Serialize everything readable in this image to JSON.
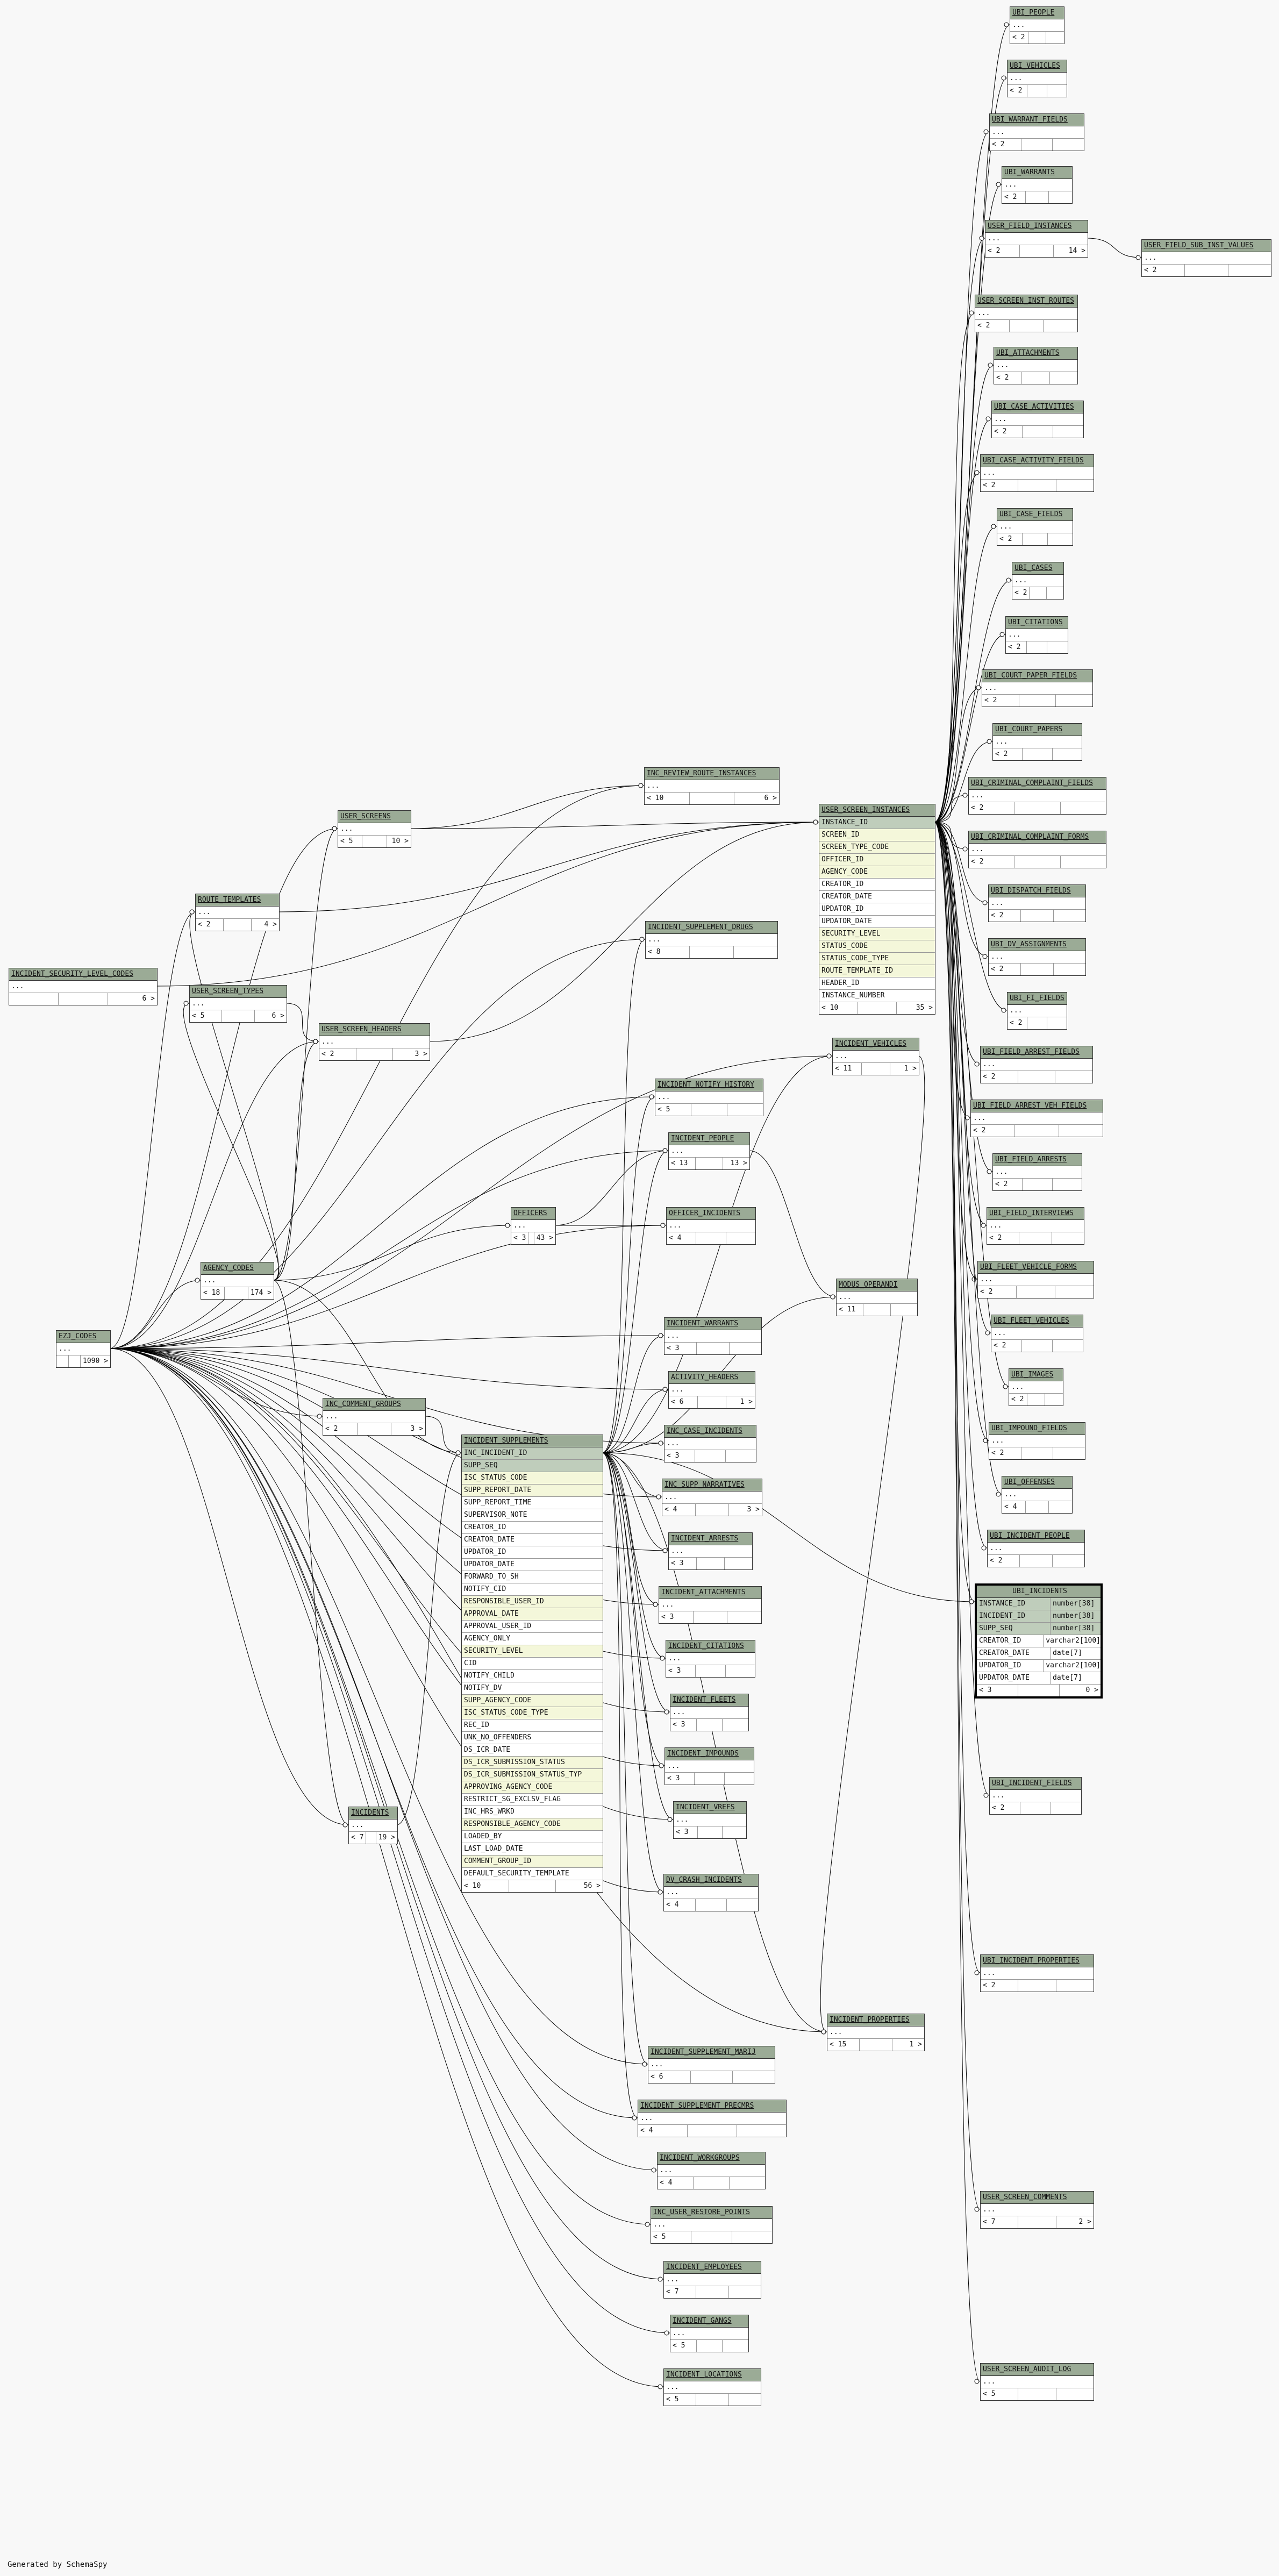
{
  "footer": "Generated by SchemaSpy",
  "tables": {
    "ubi_people": {
      "name": "UBI_PEOPLE",
      "cols": [
        "..."
      ],
      "counts": [
        "< 2",
        "",
        ""
      ]
    },
    "ubi_vehicles": {
      "name": "UBI_VEHICLES",
      "cols": [
        "..."
      ],
      "counts": [
        "< 2",
        "",
        ""
      ]
    },
    "ubi_warrant_fields": {
      "name": "UBI_WARRANT_FIELDS",
      "cols": [
        "..."
      ],
      "counts": [
        "< 2",
        "",
        ""
      ]
    },
    "ubi_warrants": {
      "name": "UBI_WARRANTS",
      "cols": [
        "..."
      ],
      "counts": [
        "< 2",
        "",
        ""
      ]
    },
    "user_field_instances": {
      "name": "USER_FIELD_INSTANCES",
      "cols": [
        "..."
      ],
      "counts": [
        "< 2",
        "",
        "14 >"
      ]
    },
    "user_field_sub_inst_values": {
      "name": "USER_FIELD_SUB_INST_VALUES",
      "cols": [
        "..."
      ],
      "counts": [
        "< 2",
        "",
        ""
      ]
    },
    "user_screen_inst_routes": {
      "name": "USER_SCREEN_INST_ROUTES",
      "cols": [
        "..."
      ],
      "counts": [
        "< 2",
        "",
        ""
      ]
    },
    "ubi_attachments": {
      "name": "UBI_ATTACHMENTS",
      "cols": [
        "..."
      ],
      "counts": [
        "< 2",
        "",
        ""
      ]
    },
    "ubi_case_activities": {
      "name": "UBI_CASE_ACTIVITIES",
      "cols": [
        "..."
      ],
      "counts": [
        "< 2",
        "",
        ""
      ]
    },
    "ubi_case_activity_fields": {
      "name": "UBI_CASE_ACTIVITY_FIELDS",
      "cols": [
        "..."
      ],
      "counts": [
        "< 2",
        "",
        ""
      ]
    },
    "ubi_case_fields": {
      "name": "UBI_CASE_FIELDS",
      "cols": [
        "..."
      ],
      "counts": [
        "< 2",
        "",
        ""
      ]
    },
    "ubi_cases": {
      "name": "UBI_CASES",
      "cols": [
        "..."
      ],
      "counts": [
        "< 2",
        "",
        ""
      ]
    },
    "ubi_citations": {
      "name": "UBI_CITATIONS",
      "cols": [
        "..."
      ],
      "counts": [
        "< 2",
        "",
        ""
      ]
    },
    "ubi_court_paper_fields": {
      "name": "UBI_COURT_PAPER_FIELDS",
      "cols": [
        "..."
      ],
      "counts": [
        "< 2",
        "",
        ""
      ]
    },
    "ubi_court_papers": {
      "name": "UBI_COURT_PAPERS",
      "cols": [
        "..."
      ],
      "counts": [
        "< 2",
        "",
        ""
      ]
    },
    "ubi_criminal_complaint_fields": {
      "name": "UBI_CRIMINAL_COMPLAINT_FIELDS",
      "cols": [
        "..."
      ],
      "counts": [
        "< 2",
        "",
        ""
      ]
    },
    "ubi_criminal_complaint_forms": {
      "name": "UBI_CRIMINAL_COMPLAINT_FORMS",
      "cols": [
        "..."
      ],
      "counts": [
        "< 2",
        "",
        ""
      ]
    },
    "ubi_dispatch_fields": {
      "name": "UBI_DISPATCH_FIELDS",
      "cols": [
        "..."
      ],
      "counts": [
        "< 2",
        "",
        ""
      ]
    },
    "ubi_dv_assignments": {
      "name": "UBI_DV_ASSIGNMENTS",
      "cols": [
        "..."
      ],
      "counts": [
        "< 2",
        "",
        ""
      ]
    },
    "ubi_fi_fields": {
      "name": "UBI_FI_FIELDS",
      "cols": [
        "..."
      ],
      "counts": [
        "< 2",
        "",
        ""
      ]
    },
    "ubi_field_arrest_fields": {
      "name": "UBI_FIELD_ARREST_FIELDS",
      "cols": [
        "..."
      ],
      "counts": [
        "< 2",
        "",
        ""
      ]
    },
    "ubi_field_arrest_veh_fields": {
      "name": "UBI_FIELD_ARREST_VEH_FIELDS",
      "cols": [
        "..."
      ],
      "counts": [
        "< 2",
        "",
        ""
      ]
    },
    "ubi_field_arrests": {
      "name": "UBI_FIELD_ARRESTS",
      "cols": [
        "..."
      ],
      "counts": [
        "< 2",
        "",
        ""
      ]
    },
    "ubi_field_interviews": {
      "name": "UBI_FIELD_INTERVIEWS",
      "cols": [
        "..."
      ],
      "counts": [
        "< 2",
        "",
        ""
      ]
    },
    "ubi_fleet_vehicle_forms": {
      "name": "UBI_FLEET_VEHICLE_FORMS",
      "cols": [
        "..."
      ],
      "counts": [
        "< 2",
        "",
        ""
      ]
    },
    "ubi_fleet_vehicles": {
      "name": "UBI_FLEET_VEHICLES",
      "cols": [
        "..."
      ],
      "counts": [
        "< 2",
        "",
        ""
      ]
    },
    "ubi_images": {
      "name": "UBI_IMAGES",
      "cols": [
        "..."
      ],
      "counts": [
        "< 2",
        "",
        ""
      ]
    },
    "ubi_impound_fields": {
      "name": "UBI_IMPOUND_FIELDS",
      "cols": [
        "..."
      ],
      "counts": [
        "< 2",
        "",
        ""
      ]
    },
    "ubi_offenses": {
      "name": "UBI_OFFENSES",
      "cols": [
        "..."
      ],
      "counts": [
        "< 4",
        "",
        ""
      ]
    },
    "ubi_incident_people": {
      "name": "UBI_INCIDENT_PEOPLE",
      "cols": [
        "..."
      ],
      "counts": [
        "< 2",
        "",
        ""
      ]
    },
    "ubi_incident_fields": {
      "name": "UBI_INCIDENT_FIELDS",
      "cols": [
        "..."
      ],
      "counts": [
        "< 2",
        "",
        ""
      ]
    },
    "ubi_incident_properties": {
      "name": "UBI_INCIDENT_PROPERTIES",
      "cols": [
        "..."
      ],
      "counts": [
        "< 2",
        "",
        ""
      ]
    },
    "user_screen_comments": {
      "name": "USER_SCREEN_COMMENTS",
      "cols": [
        "..."
      ],
      "counts": [
        "< 7",
        "",
        "2 >"
      ]
    },
    "user_screen_audit_log": {
      "name": "USER_SCREEN_AUDIT_LOG",
      "cols": [
        "..."
      ],
      "counts": [
        "< 5",
        "",
        ""
      ]
    },
    "inc_review_route_instances": {
      "name": "INC_REVIEW_ROUTE_INSTANCES",
      "cols": [
        "..."
      ],
      "counts": [
        "< 10",
        "",
        "6 >"
      ]
    },
    "user_screens": {
      "name": "USER_SCREENS",
      "cols": [
        "..."
      ],
      "counts": [
        "< 5",
        "",
        "10 >"
      ]
    },
    "route_templates": {
      "name": "ROUTE_TEMPLATES",
      "cols": [
        "..."
      ],
      "counts": [
        "< 2",
        "",
        "4 >"
      ]
    },
    "incident_supplement_drugs": {
      "name": "INCIDENT_SUPPLEMENT_DRUGS",
      "cols": [
        "..."
      ],
      "counts": [
        "< 8",
        "",
        ""
      ]
    },
    "incident_security_level_codes": {
      "name": "INCIDENT_SECURITY_LEVEL_CODES",
      "cols": [
        "..."
      ],
      "counts": [
        "",
        "",
        "6 >"
      ]
    },
    "user_screen_types": {
      "name": "USER_SCREEN_TYPES",
      "cols": [
        "..."
      ],
      "counts": [
        "< 5",
        "",
        "6 >"
      ]
    },
    "user_screen_headers": {
      "name": "USER_SCREEN_HEADERS",
      "cols": [
        "..."
      ],
      "counts": [
        "< 2",
        "",
        "3 >"
      ]
    },
    "incident_vehicles": {
      "name": "INCIDENT_VEHICLES",
      "cols": [
        "..."
      ],
      "counts": [
        "< 11",
        "",
        "1 >"
      ]
    },
    "incident_notify_history": {
      "name": "INCIDENT_NOTIFY_HISTORY",
      "cols": [
        "..."
      ],
      "counts": [
        "< 5",
        "",
        ""
      ]
    },
    "incident_people": {
      "name": "INCIDENT_PEOPLE",
      "cols": [
        "..."
      ],
      "counts": [
        "< 13",
        "",
        "13 >"
      ]
    },
    "officers": {
      "name": "OFFICERS",
      "cols": [
        "..."
      ],
      "counts": [
        "< 3",
        "",
        "43 >"
      ]
    },
    "officer_incidents": {
      "name": "OFFICER_INCIDENTS",
      "cols": [
        "..."
      ],
      "counts": [
        "< 4",
        "",
        ""
      ]
    },
    "agency_codes": {
      "name": "AGENCY_CODES",
      "cols": [
        "..."
      ],
      "counts": [
        "< 18",
        "",
        "174 >"
      ]
    },
    "modus_operandi": {
      "name": "MODUS_OPERANDI",
      "cols": [
        "..."
      ],
      "counts": [
        "< 11",
        "",
        ""
      ]
    },
    "ezj_codes": {
      "name": "EZJ_CODES",
      "cols": [
        "..."
      ],
      "counts": [
        "",
        "",
        "1090 >"
      ]
    },
    "incident_warrants": {
      "name": "INCIDENT_WARRANTS",
      "cols": [
        "..."
      ],
      "counts": [
        "< 3",
        "",
        ""
      ]
    },
    "activity_headers": {
      "name": "ACTIVITY_HEADERS",
      "cols": [
        "..."
      ],
      "counts": [
        "< 6",
        "",
        "1 >"
      ]
    },
    "inc_comment_groups": {
      "name": "INC_COMMENT_GROUPS",
      "cols": [
        "..."
      ],
      "counts": [
        "< 2",
        "",
        "3 >"
      ]
    },
    "inc_case_incidents": {
      "name": "INC_CASE_INCIDENTS",
      "cols": [
        "..."
      ],
      "counts": [
        "< 3",
        "",
        ""
      ]
    },
    "inc_supp_narratives": {
      "name": "INC_SUPP_NARRATIVES",
      "cols": [
        "..."
      ],
      "counts": [
        "< 4",
        "",
        "3 >"
      ]
    },
    "incident_arrests": {
      "name": "INCIDENT_ARRESTS",
      "cols": [
        "..."
      ],
      "counts": [
        "< 3",
        "",
        ""
      ]
    },
    "incident_attachments": {
      "name": "INCIDENT_ATTACHMENTS",
      "cols": [
        "..."
      ],
      "counts": [
        "< 3",
        "",
        ""
      ]
    },
    "incident_citations": {
      "name": "INCIDENT_CITATIONS",
      "cols": [
        "..."
      ],
      "counts": [
        "< 3",
        "",
        ""
      ]
    },
    "incident_fleets": {
      "name": "INCIDENT_FLEETS",
      "cols": [
        "..."
      ],
      "counts": [
        "< 3",
        "",
        ""
      ]
    },
    "incident_impounds": {
      "name": "INCIDENT_IMPOUNDS",
      "cols": [
        "..."
      ],
      "counts": [
        "< 3",
        "",
        ""
      ]
    },
    "incident_vrefs": {
      "name": "INCIDENT_VREFS",
      "cols": [
        "..."
      ],
      "counts": [
        "< 3",
        "",
        ""
      ]
    },
    "incidents": {
      "name": "INCIDENTS",
      "cols": [
        "..."
      ],
      "counts": [
        "< 7",
        "",
        "19 >"
      ]
    },
    "dv_crash_incidents": {
      "name": "DV_CRASH_INCIDENTS",
      "cols": [
        "..."
      ],
      "counts": [
        "< 4",
        "",
        ""
      ]
    },
    "incident_properties": {
      "name": "INCIDENT_PROPERTIES",
      "cols": [
        "..."
      ],
      "counts": [
        "< 15",
        "",
        "1 >"
      ]
    },
    "incident_supplement_marij": {
      "name": "INCIDENT_SUPPLEMENT_MARIJ",
      "cols": [
        "..."
      ],
      "counts": [
        "< 6",
        "",
        ""
      ]
    },
    "incident_supplement_precmrs": {
      "name": "INCIDENT_SUPPLEMENT_PRECMRS",
      "cols": [
        "..."
      ],
      "counts": [
        "< 4",
        "",
        ""
      ]
    },
    "incident_workgroups": {
      "name": "INCIDENT_WORKGROUPS",
      "cols": [
        "..."
      ],
      "counts": [
        "< 4",
        "",
        ""
      ]
    },
    "inc_user_restore_points": {
      "name": "INC_USER_RESTORE_POINTS",
      "cols": [
        "..."
      ],
      "counts": [
        "< 5",
        "",
        ""
      ]
    },
    "incident_employees": {
      "name": "INCIDENT_EMPLOYEES",
      "cols": [
        "..."
      ],
      "counts": [
        "< 7",
        "",
        ""
      ]
    },
    "incident_gangs": {
      "name": "INCIDENT_GANGS",
      "cols": [
        "..."
      ],
      "counts": [
        "< 5",
        "",
        ""
      ]
    },
    "incident_locations": {
      "name": "INCIDENT_LOCATIONS",
      "cols": [
        "..."
      ],
      "counts": [
        "< 5",
        "",
        ""
      ]
    },
    "user_screen_instances": {
      "name": "USER_SCREEN_INSTANCES",
      "cols": [
        "INSTANCE_ID",
        "SCREEN_ID",
        "SCREEN_TYPE_CODE",
        "OFFICER_ID",
        "AGENCY_CODE",
        "CREATOR_ID",
        "CREATOR_DATE",
        "UPDATOR_ID",
        "UPDATOR_DATE",
        "SECURITY_LEVEL",
        "STATUS_CODE",
        "STATUS_CODE_TYPE",
        "ROUTE_TEMPLATE_ID",
        "HEADER_ID",
        "INSTANCE_NUMBER"
      ],
      "counts": [
        "< 10",
        "",
        "35 >"
      ]
    },
    "incident_supplements": {
      "name": "INCIDENT_SUPPLEMENTS",
      "cols": [
        "INC_INCIDENT_ID",
        "SUPP_SEQ",
        "ISC_STATUS_CODE",
        "SUPP_REPORT_DATE",
        "SUPP_REPORT_TIME",
        "SUPERVISOR_NOTE",
        "CREATOR_ID",
        "CREATOR_DATE",
        "UPDATOR_ID",
        "UPDATOR_DATE",
        "FORWARD_TO_SH",
        "NOTIFY_CID",
        "RESPONSIBLE_USER_ID",
        "APPROVAL_DATE",
        "APPROVAL_USER_ID",
        "AGENCY_ONLY",
        "SECURITY_LEVEL",
        "CID",
        "NOTIFY_CHILD",
        "NOTIFY_DV",
        "SUPP_AGENCY_CODE",
        "ISC_STATUS_CODE_TYPE",
        "REC_ID",
        "UNK_NO_OFFENDERS",
        "DS_ICR_DATE",
        "DS_ICR_SUBMISSION_STATUS",
        "DS_ICR_SUBMISSION_STATUS_TYP",
        "APPROVING_AGENCY_CODE",
        "RESTRICT_SG_EXCLSV_FLAG",
        "INC_HRS_WRKD",
        "RESPONSIBLE_AGENCY_CODE",
        "LOADED_BY",
        "LAST_LOAD_DATE",
        "COMMENT_GROUP_ID",
        "DEFAULT_SECURITY_TEMPLATE"
      ],
      "counts": [
        "< 10",
        "",
        "56 >"
      ]
    },
    "ubi_incidents": {
      "name": "UBI_INCIDENTS",
      "cols": [
        {
          "n": "INSTANCE_ID",
          "t": "number[38]"
        },
        {
          "n": "INCIDENT_ID",
          "t": "number[38]"
        },
        {
          "n": "SUPP_SEQ",
          "t": "number[38]"
        },
        {
          "n": "CREATOR_ID",
          "t": "varchar2[100]"
        },
        {
          "n": "CREATOR_DATE",
          "t": "date[7]"
        },
        {
          "n": "UPDATOR_ID",
          "t": "varchar2[100]"
        },
        {
          "n": "UPDATOR_DATE",
          "t": "date[7]"
        }
      ],
      "counts": [
        "< 3",
        "",
        "0 >"
      ]
    }
  }
}
